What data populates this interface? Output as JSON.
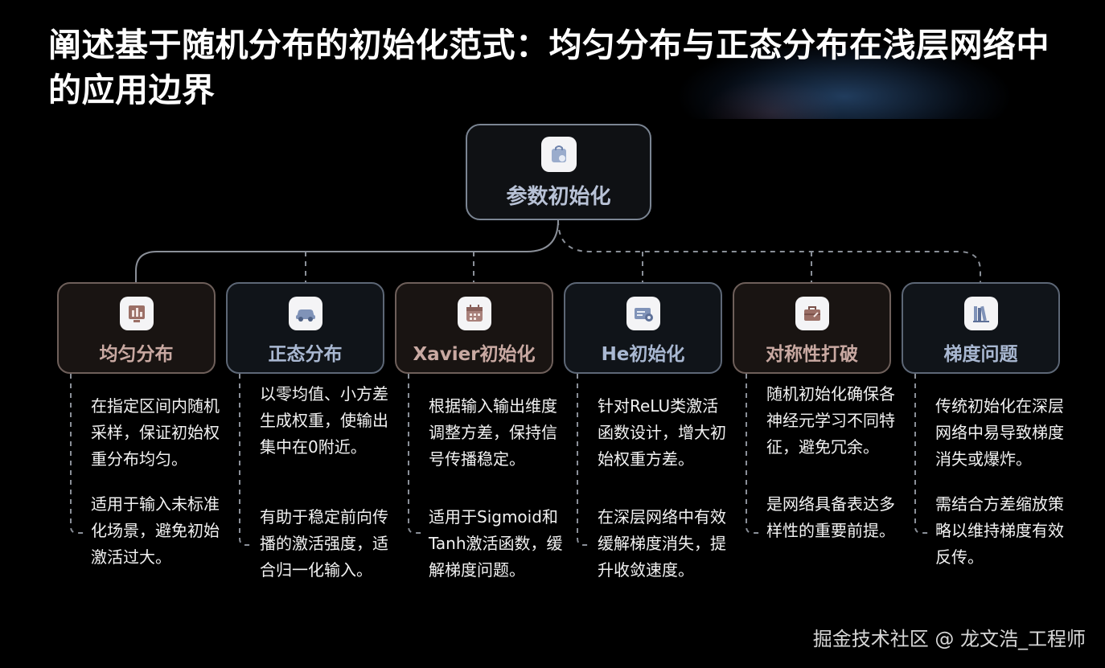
{
  "title": "阐述基于随机分布的初始化范式：均匀分布与正态分布在浅层网络中的应用边界",
  "root": {
    "label": "参数初始化",
    "icon": "bag-icon"
  },
  "nodes": [
    {
      "label": "均匀分布",
      "icon": "bar-chart-icon",
      "paragraphs": [
        "在指定区间内随机采样，保证初始权重分布均匀。",
        "适用于输入未标准化场景，避免初始激活过大。"
      ]
    },
    {
      "label": "正态分布",
      "icon": "car-icon",
      "paragraphs": [
        "以零均值、小方差生成权重，使输出集中在0附近。",
        "有助于稳定前向传播的激活强度，适合归一化输入。"
      ]
    },
    {
      "label": "Xavier初始化",
      "icon": "calendar-icon",
      "paragraphs": [
        "根据输入输出维度调整方差，保持信号传播稳定。",
        "适用于Sigmoid和Tanh激活函数，缓解梯度问题。"
      ]
    },
    {
      "label": "He初始化",
      "icon": "card-icon",
      "paragraphs": [
        "针对ReLU类激活函数设计，增大初始权重方差。",
        "在深层网络中有效缓解梯度消失，提升收敛速度。"
      ]
    },
    {
      "label": "对称性打破",
      "icon": "briefcase-icon",
      "paragraphs": [
        "随机初始化确保各神经元学习不同特征，避免冗余。",
        "是网络具备表达多样性的重要前提。"
      ]
    },
    {
      "label": "梯度问题",
      "icon": "books-icon",
      "paragraphs": [
        "传统初始化在深层网络中易导致梯度消失或爆炸。",
        "需结合方差缩放策略以维持梯度有效反传。"
      ]
    }
  ],
  "watermark": "掘金技术社区 @ 龙文浩_工程师",
  "colors": {
    "background": "#000000",
    "root_label": "#b8c2d6",
    "warm_label": "#c9a9a2",
    "cool_label": "#a9b8d2",
    "connector": "#8a8f98"
  }
}
